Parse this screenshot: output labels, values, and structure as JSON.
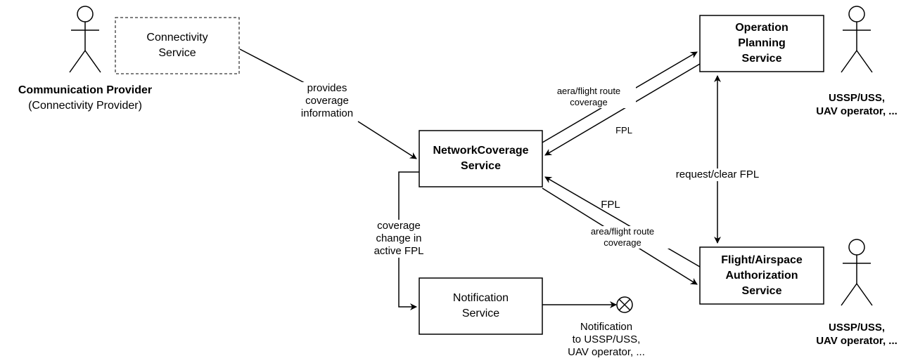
{
  "actors": {
    "communication_provider": {
      "name": "Communication Provider",
      "sub": "(Connectivity Provider)"
    },
    "ussp_top": {
      "line1": "USSP/USS,",
      "line2": "UAV operator, ..."
    },
    "ussp_bottom": {
      "line1": "USSP/USS,",
      "line2": "UAV operator, ..."
    }
  },
  "boxes": {
    "connectivity": {
      "line1": "Connectivity",
      "line2": "Service"
    },
    "network_coverage": {
      "line1": "NetworkCoverage",
      "line2": "Service"
    },
    "notification": {
      "line1": "Notification",
      "line2": "Service"
    },
    "operation_planning": {
      "line1": "Operation",
      "line2": "Planning",
      "line3": "Service"
    },
    "flight_airspace": {
      "line1": "Flight/Airspace",
      "line2": "Authorization",
      "line3": "Service"
    }
  },
  "edge_labels": {
    "provides": {
      "line1": "provides",
      "line2": "coverage",
      "line3": "information"
    },
    "coverage_change": {
      "line1": "coverage",
      "line2": "change in",
      "line3": "active FPL"
    },
    "aera_route": {
      "line1": "aera/flight route",
      "line2": "coverage"
    },
    "fpl_top": "FPL",
    "request_clear": "request/clear FPL",
    "fpl_bottom": "FPL",
    "area_route": {
      "line1": "area/flight route",
      "line2": "coverage"
    },
    "notification_target": {
      "line1": "Notification",
      "line2": "to USSP/USS,",
      "line3": "UAV operator, ..."
    }
  }
}
